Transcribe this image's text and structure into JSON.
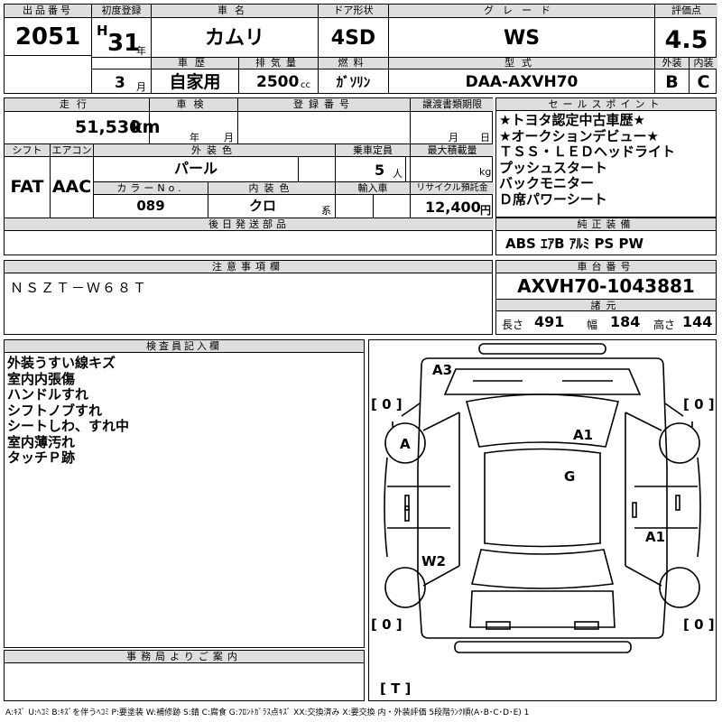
{
  "top": {
    "lot_label": "出品番号",
    "lot_number": "2051",
    "first_reg_label": "初度登録",
    "era": "H",
    "year_num": "31",
    "year_unit": "年",
    "month_num": "3",
    "month_unit": "月",
    "car_name_label": "車名",
    "car_name": "カムリ",
    "door_label": "ドア形状",
    "door": "4SD",
    "grade_label": "グレード",
    "grade": "WS",
    "score_label": "評価点",
    "score": "4.5",
    "history_label": "車歴",
    "history": "自家用",
    "displacement_label": "排気量",
    "displacement": "2500",
    "displacement_unit": "cc",
    "fuel_label": "燃料",
    "fuel": "ｶﾞｿﾘﾝ",
    "model_label": "型式",
    "model": "DAA-AXVH70",
    "exterior_label": "外装",
    "exterior": "B",
    "interior_label": "内装",
    "interior": "C"
  },
  "mid": {
    "mileage_label": "走行",
    "mileage": "51,530",
    "mileage_unit": "km",
    "inspection_label": "車検",
    "insp_year_unit": "年",
    "insp_month_unit": "月",
    "reg_number_label": "登録番号",
    "transfer_label": "譲渡書類期限",
    "transfer_month_unit": "月",
    "transfer_day_unit": "日",
    "shift_label": "シフト",
    "shift": "FAT",
    "aircon_label": "エアコン",
    "aircon": "AAC",
    "color_label": "外装色",
    "color": "パール",
    "capacity_label": "乗車定員",
    "capacity": "5",
    "capacity_unit": "人",
    "load_label": "最大積載量",
    "load_unit": "kg",
    "color_no_label": "カラーNo.",
    "color_no": "089",
    "int_color_label": "内装色",
    "int_color": "クロ",
    "int_color_unit": "系",
    "import_label": "輸入車",
    "recycle_label": "リサイクル預託金",
    "recycle": "12,400",
    "recycle_unit": "円",
    "later_parts_label": "後日発送部品"
  },
  "selling": {
    "label": "セールスポイント",
    "items": [
      "★トヨタ認定中古車歴★",
      "★オークションデビュー★",
      "ＴＳＳ・ＬＥＤヘッドライト",
      "プッシュスタート",
      "バックモニター",
      "Ｄ席パワーシート"
    ]
  },
  "equipment": {
    "label": "純正装備",
    "value": "ABS ｴｱB ｱﾙﾐ PS PW"
  },
  "caution": {
    "label": "注意事項欄",
    "value": "ＮＳＺＴ－Ｗ６８Ｔ"
  },
  "chassis": {
    "label": "車台番号",
    "value": "AXVH70-1043881"
  },
  "dims": {
    "label": "諸元",
    "length_label": "長さ",
    "length": "491",
    "width_label": "幅",
    "width": "184",
    "height_label": "高さ",
    "height": "144"
  },
  "inspector": {
    "label": "検査員記入欄",
    "items": [
      "外装うすい線キズ",
      "室内内張傷",
      "ハンドルすれ",
      "シフトノブすれ",
      "シートしわ、すれ中",
      "室内薄汚れ",
      "タッチＰ跡"
    ]
  },
  "office": {
    "label": "事務局よりご案内"
  },
  "diagram": {
    "marks": [
      "A3",
      "A1",
      "G",
      "A1",
      "W2",
      "A"
    ],
    "tire_fl": "[ 0 ]",
    "tire_fr": "[ 0 ]",
    "tire_rl": "[ 0 ]",
    "tire_rr": "[ 0 ]",
    "trunk": "[ T ]"
  },
  "legend": "A:ｷｽﾞ U:ﾍｺﾐ B:ｷｽﾞを伴うﾍｺﾐ P:要塗装 W:補修跡 S:錆 C:腐食 G:ﾌﾛﾝﾄｶﾞﾗｽ点ｷｽﾞ XX:交換済み X:要交換 内・外装評価 5段階ﾗﾝｸ順(A･B･C･D･E) 1"
}
